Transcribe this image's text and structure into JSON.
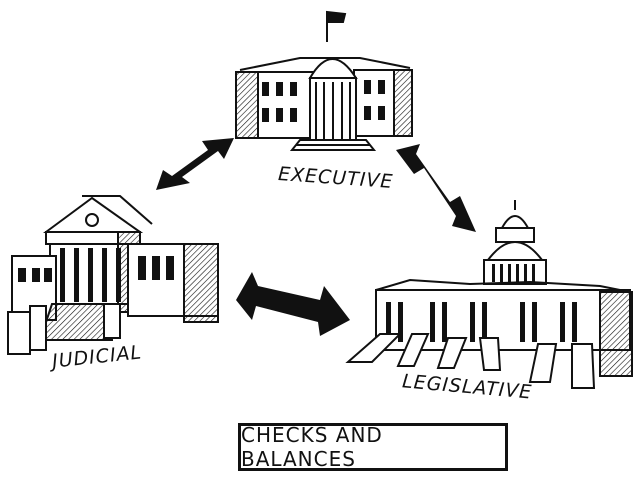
{
  "labels": {
    "executive": "EXECUTIVE",
    "judicial": "JUDICIAL",
    "legislative": "LEGISLATIVE"
  },
  "title": "CHECKS AND BALANCES",
  "colors": {
    "ink": "#111111",
    "paper": "#ffffff"
  },
  "icons": [
    "white-house-icon",
    "supreme-court-icon",
    "capitol-building-icon",
    "double-arrow-icon"
  ]
}
